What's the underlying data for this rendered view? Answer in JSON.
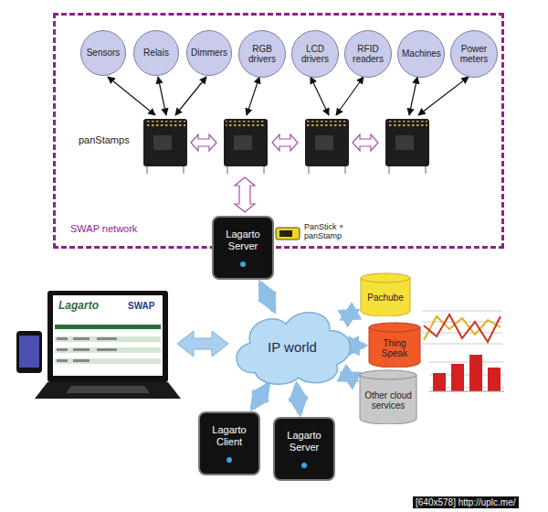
{
  "diagram": {
    "nodes": [
      {
        "text": [
          "SWAP network"
        ]
      },
      {
        "text": [
          "Sensors"
        ],
        "in": 0
      },
      {
        "text": [
          "Relais"
        ],
        "in": 0
      },
      {
        "text": [
          "Dimmers"
        ],
        "in": 0
      },
      {
        "text": [
          "RGB drivers"
        ],
        "in": 0
      },
      {
        "text": [
          "LCD drivers"
        ],
        "in": 0
      },
      {
        "text": [
          "RFID readers"
        ],
        "in": 0
      },
      {
        "text": [
          "Machines"
        ],
        "in": 0
      },
      {
        "text": [
          "Power meters"
        ],
        "in": 0
      },
      {
        "text": [
          "Lagarto Server"
        ]
      },
      {
        "text": [
          "Pachube"
        ]
      },
      {
        "text": [
          "Thing Speak"
        ]
      },
      {
        "text": [
          "Other cloud services"
        ]
      },
      {
        "text": [
          "IP world"
        ]
      },
      {
        "text": [
          "Lagarto Client"
        ]
      },
      {
        "text": [
          "Lagarto Server"
        ]
      }
    ],
    "edges": [
      {
        "from": 13,
        "to": 9,
        "arrow": "both"
      },
      {
        "from": 13,
        "to": 10,
        "arrow": "both"
      },
      {
        "from": 13,
        "to": 11,
        "arrow": "both"
      },
      {
        "from": 13,
        "to": 12,
        "arrow": "both"
      },
      {
        "from": 13,
        "to": 14,
        "arrow": "both"
      },
      {
        "from": 13,
        "to": 15,
        "arrow": "both"
      }
    ],
    "labels": [
      "panStamps",
      "PanStick + panStamp",
      "Lagarto",
      "SWAP",
      "[640x578] http://uplc.me/"
    ]
  }
}
